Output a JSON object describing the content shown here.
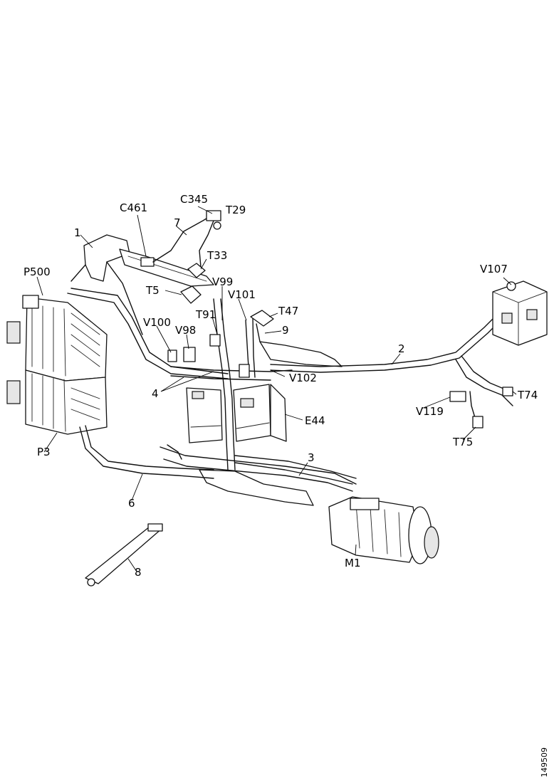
{
  "labels": {
    "C461": "C461",
    "C345": "C345",
    "T29": "T29",
    "7": "7",
    "1": "1",
    "T33": "T33",
    "P500": "P500",
    "V99": "V99",
    "V101": "V101",
    "T5": "T5",
    "T91": "T91",
    "T47": "T47",
    "9": "9",
    "V100": "V100",
    "V98": "V98",
    "V107": "V107",
    "2": "2",
    "V102": "V102",
    "4": "4",
    "T74": "T74",
    "V119": "V119",
    "E44": "E44",
    "T75": "T75",
    "P3": "P3",
    "3": "3",
    "6": "6",
    "M1": "M1",
    "8": "8"
  },
  "reference_number": "149509"
}
